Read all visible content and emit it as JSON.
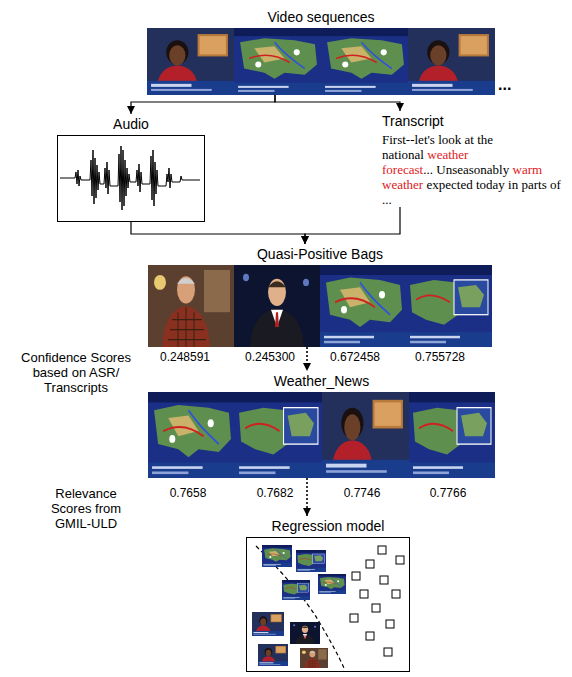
{
  "diagram": {
    "nodes": [
      {
        "text": [
          "Video sequences"
        ]
      },
      {
        "text": [
          "Audio"
        ]
      },
      {
        "text": [
          "Transcript",
          "First--let's look at the national",
          "weather forecast",
          "...",
          "Unseasonably",
          "warm weather",
          "expected today in parts of ..."
        ]
      },
      {
        "text": [
          "Quasi-Positive Bags"
        ]
      },
      {
        "text": [
          "Weather_News"
        ]
      },
      {
        "text": [
          "Regression model"
        ]
      }
    ],
    "edges": [
      {
        "from": 0,
        "to": 1,
        "arrow": "to"
      },
      {
        "from": 0,
        "to": 2,
        "arrow": "to"
      },
      {
        "from": 1,
        "to": 3,
        "arrow": "to"
      },
      {
        "from": 2,
        "to": 3,
        "arrow": "to"
      },
      {
        "from": 3,
        "to": 4,
        "arrow": "to"
      },
      {
        "from": 4,
        "to": 5,
        "arrow": "to"
      }
    ],
    "labels": [
      "...",
      "Confidence Scores based on ASR/ Transcripts",
      "0.248591",
      "0.245300",
      "0.672458",
      "0.755728",
      "Relevance Scores from GMIL-ULD",
      "0.7658",
      "0.7682",
      "0.7746",
      "0.7766"
    ]
  }
}
